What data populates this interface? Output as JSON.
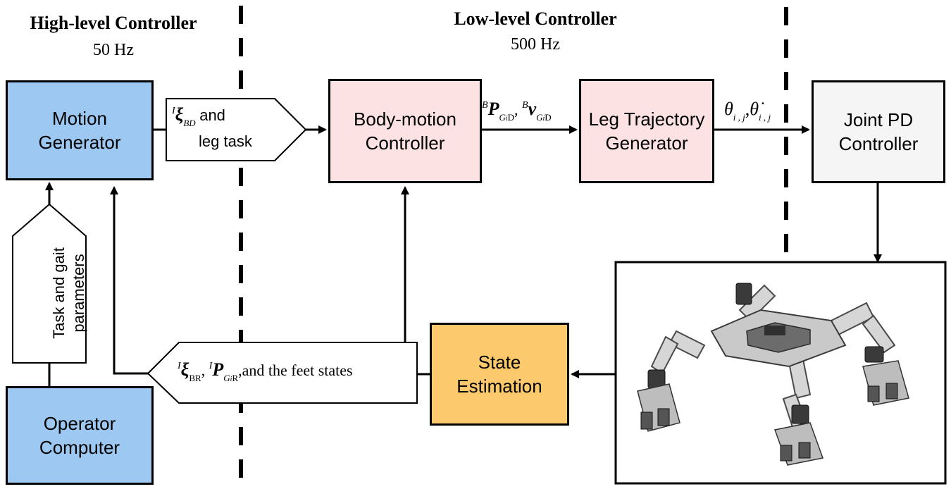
{
  "headers": {
    "high": {
      "title": "High-level Controller",
      "rate": "50 Hz"
    },
    "low": {
      "title": "Low-level Controller",
      "rate": "500 Hz"
    }
  },
  "blocks": {
    "motion_generator": {
      "line1": "Motion",
      "line2": "Generator",
      "fill": "#9cc8f2"
    },
    "body_motion": {
      "line1": "Body-motion",
      "line2": "Controller",
      "fill": "#fde2e3"
    },
    "leg_traj": {
      "line1": "Leg Trajectory",
      "line2": "Generator",
      "fill": "#fde2e3"
    },
    "joint_pd": {
      "line1": "Joint PD",
      "line2": "Controller",
      "fill": "#f5f5f5"
    },
    "operator": {
      "line1": "Operator",
      "line2": "Computer",
      "fill": "#9cc8f2"
    },
    "state_est": {
      "line1": "State",
      "line2": "Estimation",
      "fill": "#fcc96d"
    }
  },
  "signals": {
    "mg_to_bm": {
      "xi": "ξ",
      "frame": "I",
      "sub": "BD",
      "and": "and",
      "line2": "leg task"
    },
    "bm_to_lt": {
      "sup1": "B",
      "p": "P",
      "sub1": "G",
      "subi": "i",
      "subd": "D",
      "comma": ",",
      "sup2": "B",
      "v": "v"
    },
    "lt_to_pd": {
      "theta": "θ",
      "sub": "i , j",
      "comma": ",",
      "thetadot": "θ̇"
    },
    "task_params": {
      "line1": "Task and gait",
      "line2": "parameters"
    },
    "feedback": {
      "sup1": "I",
      "xi": "ξ",
      "sub1": "BR",
      "comma": ",",
      "sup2": "I",
      "p": "P",
      "sub2": "G",
      "subi": "i",
      "subr": "R",
      "tail": ",and the feet states"
    }
  },
  "colors": {
    "line": "#000000",
    "robot_metal": "#c9c9c9",
    "robot_dark": "#3a3a3a"
  }
}
